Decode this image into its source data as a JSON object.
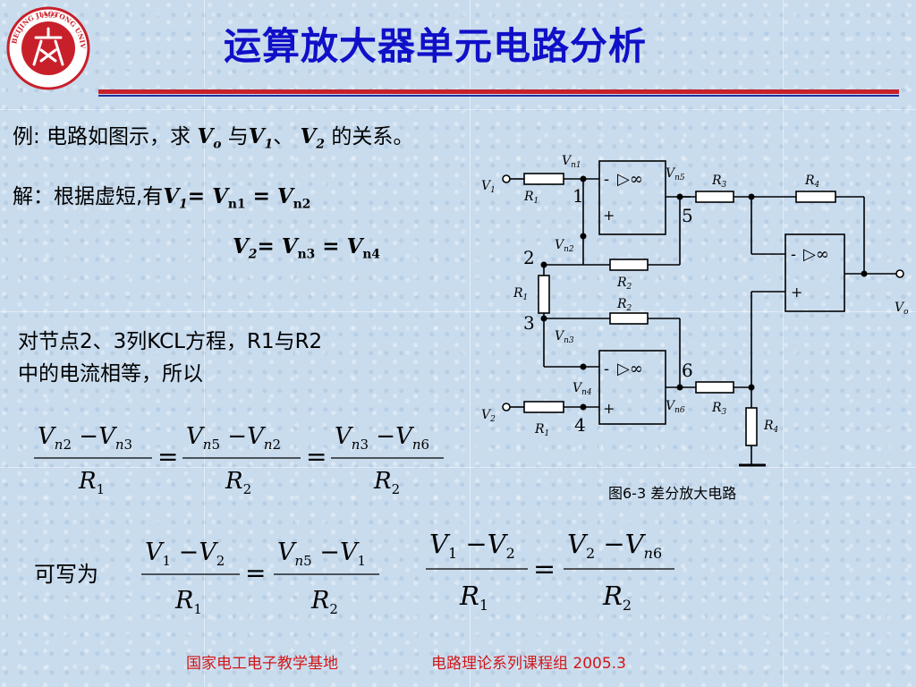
{
  "title": "运算放大器单元电路分析",
  "logo": {
    "year": "1909",
    "ring_text": "BEIJING JIAOTONG UNIVERSITY",
    "colors": {
      "red": "#c8202a",
      "white": "#ffffff"
    }
  },
  "example": {
    "prefix": "例: 电路如图示，求",
    "v_o": "V",
    "v_o_sub": "o",
    "and": "与",
    "v1": "V",
    "v1_sub": "1",
    "sep": "、",
    "v2": "V",
    "v2_sub": "2",
    "suffix": "的关系。"
  },
  "solution": {
    "line1_prefix": "解：根据虚短,有",
    "line1_eq": [
      "V1",
      "Vn1",
      "Vn2"
    ],
    "line2_eq": [
      "V2",
      "Vn3",
      "Vn4"
    ]
  },
  "kcl": {
    "line1": "对节点2、3列KCL方程，R1与R2",
    "line2": "中的电流相等，所以"
  },
  "equation1": {
    "frac1": {
      "num": "Vn2 − Vn3",
      "den": "R1"
    },
    "frac2": {
      "num": "Vn5 − Vn2",
      "den": "R2"
    },
    "frac3": {
      "num": "Vn3 − Vn6",
      "den": "R2"
    }
  },
  "equation2": {
    "label": "可写为",
    "frac1": {
      "num": "V1 − V2",
      "den": "R1"
    },
    "frac2": {
      "num": "Vn5 − V1",
      "den": "R2"
    }
  },
  "equation3": {
    "frac1": {
      "num": "V1 − V2",
      "den": "R1"
    },
    "frac2": {
      "num": "V2 − Vn6",
      "den": "R2"
    }
  },
  "circuit": {
    "caption": "图6-3   差分放大电路",
    "nodes": [
      "1",
      "2",
      "3",
      "4",
      "5",
      "6"
    ],
    "labels": {
      "v1": "V",
      "v1_sub": "1",
      "v2": "V",
      "v2_sub": "2",
      "vo": "V",
      "vo_sub": "o",
      "vn1": "V",
      "vn1_sub": "n1",
      "vn2": "V",
      "vn2_sub": "n2",
      "vn3": "V",
      "vn3_sub": "n3",
      "vn4": "V",
      "vn4_sub": "n4",
      "vn5": "V",
      "vn5_sub": "n5",
      "vn6": "V",
      "vn6_sub": "n6",
      "r": "R",
      "r1_sub": "1",
      "r2_sub": "2",
      "r3_sub": "3",
      "r4_sub": "4"
    },
    "opamp_symbol": "▷∞",
    "minus": "-",
    "plus": "+"
  },
  "footer": {
    "left": "国家电工电子教学基地",
    "right": "电路理论系列课程组  2005.3"
  }
}
